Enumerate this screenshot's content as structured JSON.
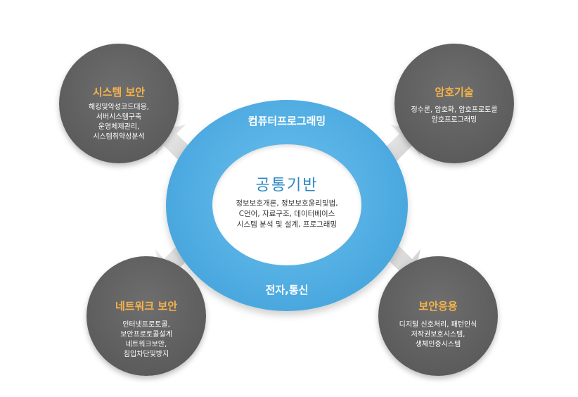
{
  "center": {
    "ring_top_label": "컴퓨터프로그래밍",
    "ring_bottom_label": "전자,통신",
    "title": "공통기반",
    "lines": [
      "정보보호개론, 정보보호윤리및법,",
      "C언어, 자료구조, 데이터베이스",
      "시스템 분석 및 설계, 프로그래밍"
    ]
  },
  "nodes": {
    "top_left": {
      "title": "시스템 보안",
      "lines": [
        "해킹및악성코드대응,",
        "서버시스템구축",
        "운영체제관리,",
        "시스템취약성분석"
      ]
    },
    "top_right": {
      "title": "암호기술",
      "lines": [
        "정수론, 암호화, 암호프로토콜",
        "암호프로그래밍"
      ]
    },
    "bottom_left": {
      "title": "네트워크 보안",
      "lines": [
        "인터넷프로토콜,",
        "보안프로토콜설계",
        "네트워크보안,",
        "침입차단및방지"
      ]
    },
    "bottom_right": {
      "title": "보안응용",
      "lines": [
        "디지털 신호처리, 패턴인식",
        "저작권보호시스템,",
        "생체인증시스템"
      ]
    }
  },
  "colors": {
    "ring": "#4aa8df",
    "core_title": "#2b89c6",
    "node_fill": "#5a5a5a",
    "node_title": "#f6b24a",
    "arrow": "#d6d6d6"
  }
}
